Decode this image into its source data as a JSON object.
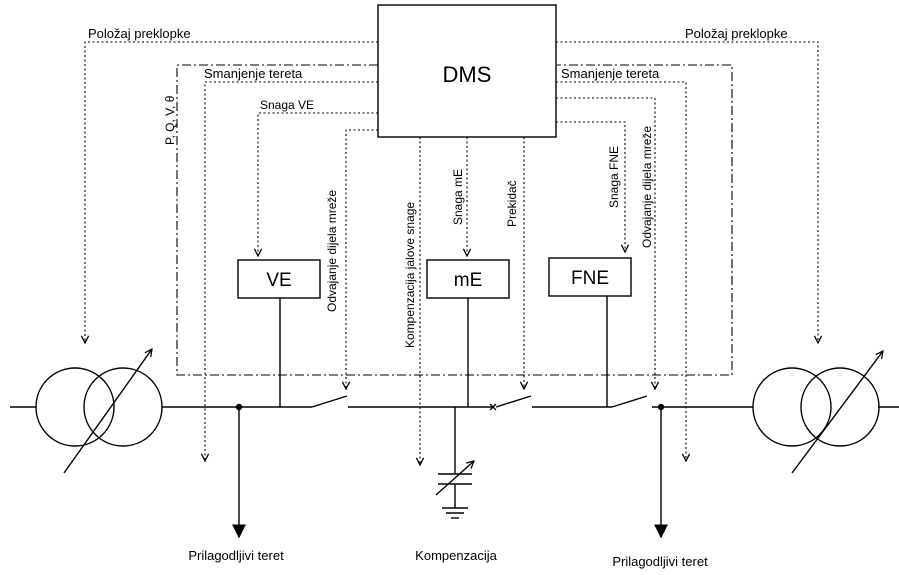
{
  "control": {
    "label": "DMS"
  },
  "units": {
    "ve": "VE",
    "me": "mE",
    "fne": "FNE"
  },
  "signals": {
    "polozaj_left": "Položaj preklopke",
    "polozaj_right": "Položaj preklopke",
    "smanjenje_left": "Smanjenje tereta",
    "smanjenje_right": "Smanjenje tereta",
    "measurements": "P, Q, V, θ",
    "snaga_ve": "Snaga VE",
    "odvajanje_left": "Odvajanje dijela mreže",
    "kompenzacija_jalove": "Kompenzacija jalove snage",
    "snaga_me": "Snaga mE",
    "prekidac": "Prekidač",
    "snaga_fne": "Snaga FNE",
    "odvajanje_right": "Odvajanje dijela mreže"
  },
  "captions": {
    "load_left": "Prilagodljivi teret",
    "compensation": "Kompenzacija",
    "load_right": "Prilagodljivi teret"
  }
}
